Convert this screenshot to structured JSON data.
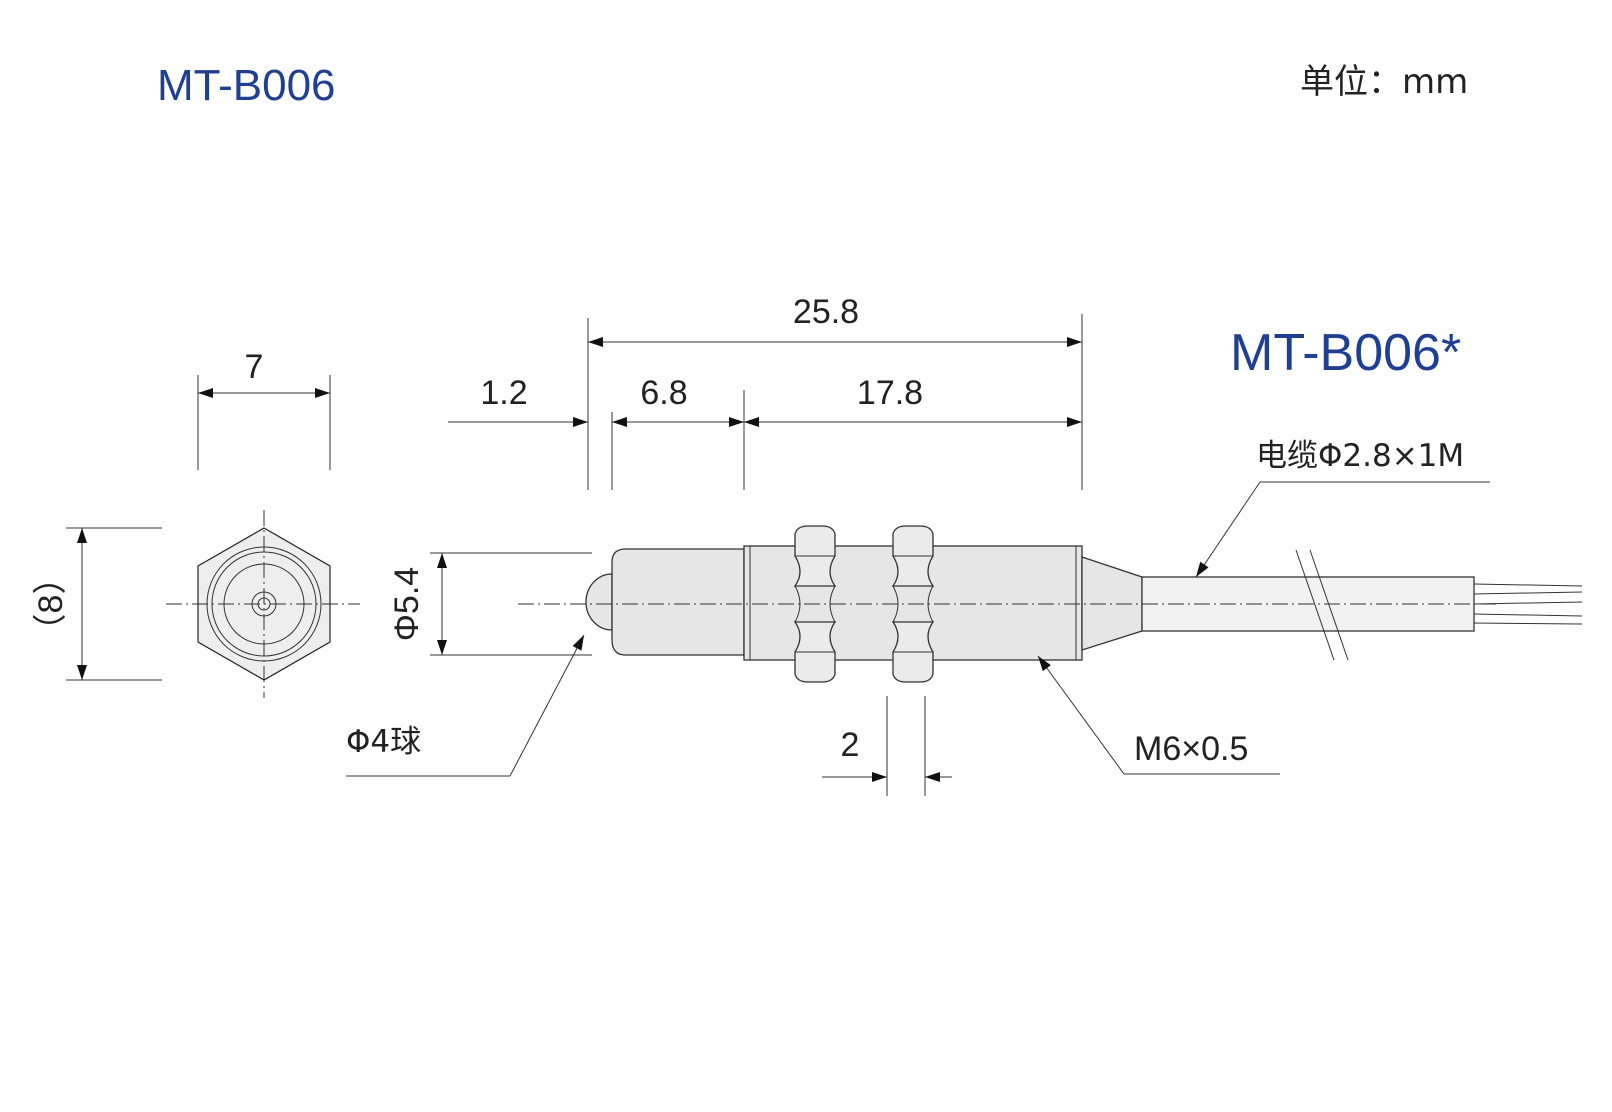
{
  "header": {
    "model": "MT-B006",
    "unit_label": "单位：mm"
  },
  "variant_label": "MT-B006*",
  "colors": {
    "title_blue": "#1f3f92",
    "body_fill": "#e6e6e6",
    "line": "#222222"
  },
  "dimensions": {
    "hex_width": "7",
    "hex_height": "（8）",
    "overall_length": "25.8",
    "tip": "1.2",
    "probe_length": "6.8",
    "thread_length": "17.8",
    "diameter": "Φ5.4",
    "nut_thickness": "2"
  },
  "callouts": {
    "ball": "Φ4球",
    "thread": "M6×0.5",
    "cable": "电缆Φ2.8×1M"
  }
}
